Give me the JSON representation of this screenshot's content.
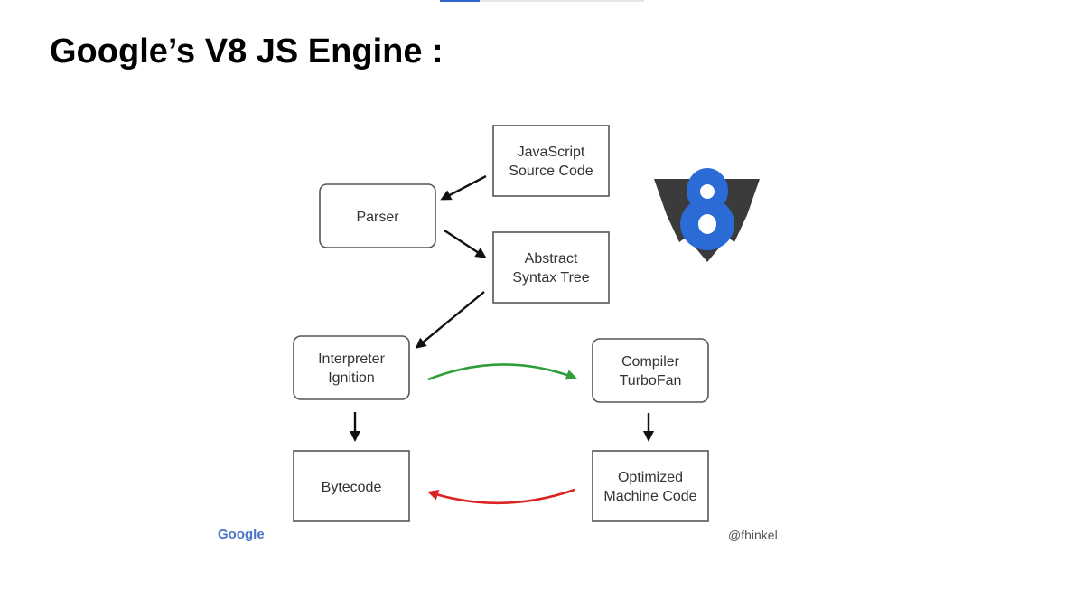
{
  "slide": {
    "title": "Google’s V8 JS Engine :"
  },
  "diagram": {
    "nodes": {
      "source": {
        "line1": "JavaScript",
        "line2": "Source Code"
      },
      "parser": {
        "line1": "Parser"
      },
      "ast": {
        "line1": "Abstract",
        "line2": "Syntax Tree"
      },
      "interpreter": {
        "line1": "Interpreter",
        "line2": "Ignition"
      },
      "compiler": {
        "line1": "Compiler",
        "line2": "TurboFan"
      },
      "bytecode": {
        "line1": "Bytecode"
      },
      "machine": {
        "line1": "Optimized",
        "line2": "Machine Code"
      }
    },
    "edges": [
      {
        "from": "source",
        "to": "parser",
        "color": "#111111"
      },
      {
        "from": "parser",
        "to": "ast",
        "color": "#111111"
      },
      {
        "from": "ast",
        "to": "interpreter",
        "color": "#111111"
      },
      {
        "from": "interpreter",
        "to": "bytecode",
        "color": "#111111"
      },
      {
        "from": "compiler",
        "to": "machine",
        "color": "#111111"
      },
      {
        "from": "interpreter",
        "to": "compiler",
        "color": "#2e9e3a"
      },
      {
        "from": "machine",
        "to": "bytecode",
        "color": "#dd2222"
      }
    ],
    "logo_text": "Google",
    "credit": "@fhinkel"
  },
  "colors": {
    "v8_blue": "#2a6bd6",
    "v8_dark": "#3b3b3b",
    "google_blue": "#4a74c9",
    "green_arrow": "#2e9e3a",
    "red_arrow": "#dd2222"
  },
  "icons": {
    "v8_logo": "v8-logo-icon"
  }
}
